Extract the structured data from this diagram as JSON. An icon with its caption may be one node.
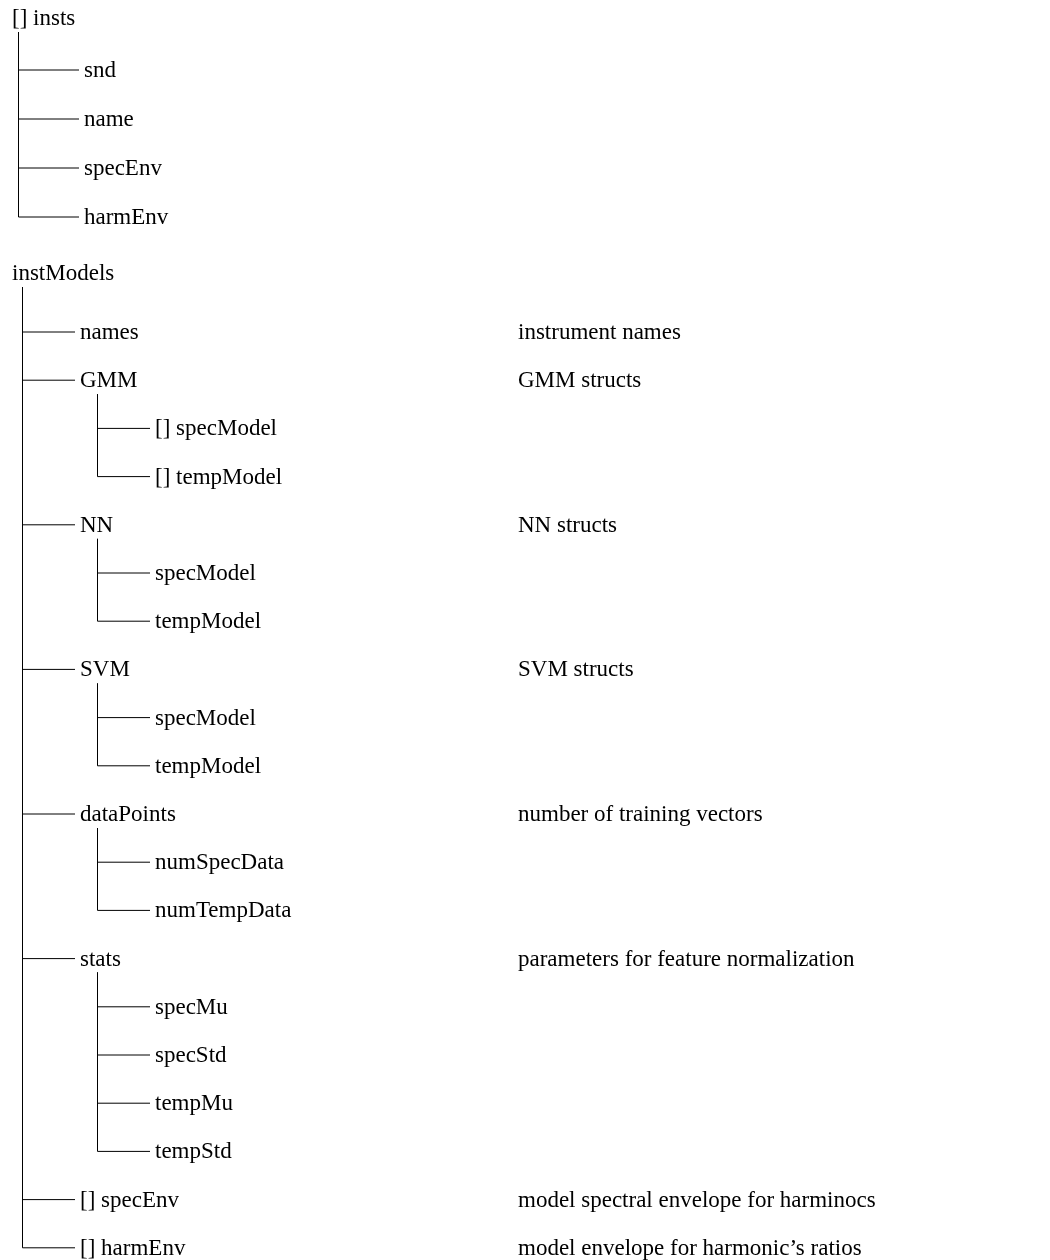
{
  "diagram": {
    "nodes": [
      {
        "text": [
          "[] insts"
        ]
      },
      {
        "text": [
          "snd"
        ]
      },
      {
        "text": [
          "name"
        ]
      },
      {
        "text": [
          "specEnv"
        ]
      },
      {
        "text": [
          "harmEnv"
        ]
      },
      {
        "text": [
          "instModels"
        ]
      },
      {
        "text": [
          "names"
        ]
      },
      {
        "text": [
          "GMM"
        ]
      },
      {
        "text": [
          "[] specModel"
        ]
      },
      {
        "text": [
          "[] tempModel"
        ]
      },
      {
        "text": [
          "NN"
        ]
      },
      {
        "text": [
          "specModel"
        ]
      },
      {
        "text": [
          "tempModel"
        ]
      },
      {
        "text": [
          "SVM"
        ]
      },
      {
        "text": [
          "specModel"
        ]
      },
      {
        "text": [
          "tempModel"
        ]
      },
      {
        "text": [
          "dataPoints"
        ]
      },
      {
        "text": [
          "numSpecData"
        ]
      },
      {
        "text": [
          "numTempData"
        ]
      },
      {
        "text": [
          "stats"
        ]
      },
      {
        "text": [
          "specMu"
        ]
      },
      {
        "text": [
          "specStd"
        ]
      },
      {
        "text": [
          "tempMu"
        ]
      },
      {
        "text": [
          "tempStd"
        ]
      },
      {
        "text": [
          "[] specEnv"
        ]
      },
      {
        "text": [
          "[] harmEnv"
        ]
      }
    ],
    "labels": [
      "instrument names",
      "GMM structs",
      "NN structs",
      "SVM structs",
      "number of training vectors",
      "parameters for feature normalization",
      "model spectral envelope for harminocs",
      "model envelope for harmonic’s ratios"
    ],
    "edges": [
      {
        "from": 0,
        "to": 1,
        "arrow": "none"
      },
      {
        "from": 0,
        "to": 2,
        "arrow": "none"
      },
      {
        "from": 0,
        "to": 3,
        "arrow": "none"
      },
      {
        "from": 0,
        "to": 4,
        "arrow": "none"
      },
      {
        "from": 5,
        "to": 6,
        "arrow": "none"
      },
      {
        "from": 5,
        "to": 7,
        "arrow": "none"
      },
      {
        "from": 7,
        "to": 8,
        "arrow": "none"
      },
      {
        "from": 7,
        "to": 9,
        "arrow": "none"
      },
      {
        "from": 5,
        "to": 10,
        "arrow": "none"
      },
      {
        "from": 10,
        "to": 11,
        "arrow": "none"
      },
      {
        "from": 10,
        "to": 12,
        "arrow": "none"
      },
      {
        "from": 5,
        "to": 13,
        "arrow": "none"
      },
      {
        "from": 13,
        "to": 14,
        "arrow": "none"
      },
      {
        "from": 13,
        "to": 15,
        "arrow": "none"
      },
      {
        "from": 5,
        "to": 16,
        "arrow": "none"
      },
      {
        "from": 16,
        "to": 17,
        "arrow": "none"
      },
      {
        "from": 16,
        "to": 18,
        "arrow": "none"
      },
      {
        "from": 5,
        "to": 19,
        "arrow": "none"
      },
      {
        "from": 19,
        "to": 20,
        "arrow": "none"
      },
      {
        "from": 19,
        "to": 21,
        "arrow": "none"
      },
      {
        "from": 19,
        "to": 22,
        "arrow": "none"
      },
      {
        "from": 19,
        "to": 23,
        "arrow": "none"
      },
      {
        "from": 5,
        "to": 24,
        "arrow": "none"
      },
      {
        "from": 5,
        "to": 25,
        "arrow": "none"
      }
    ]
  }
}
